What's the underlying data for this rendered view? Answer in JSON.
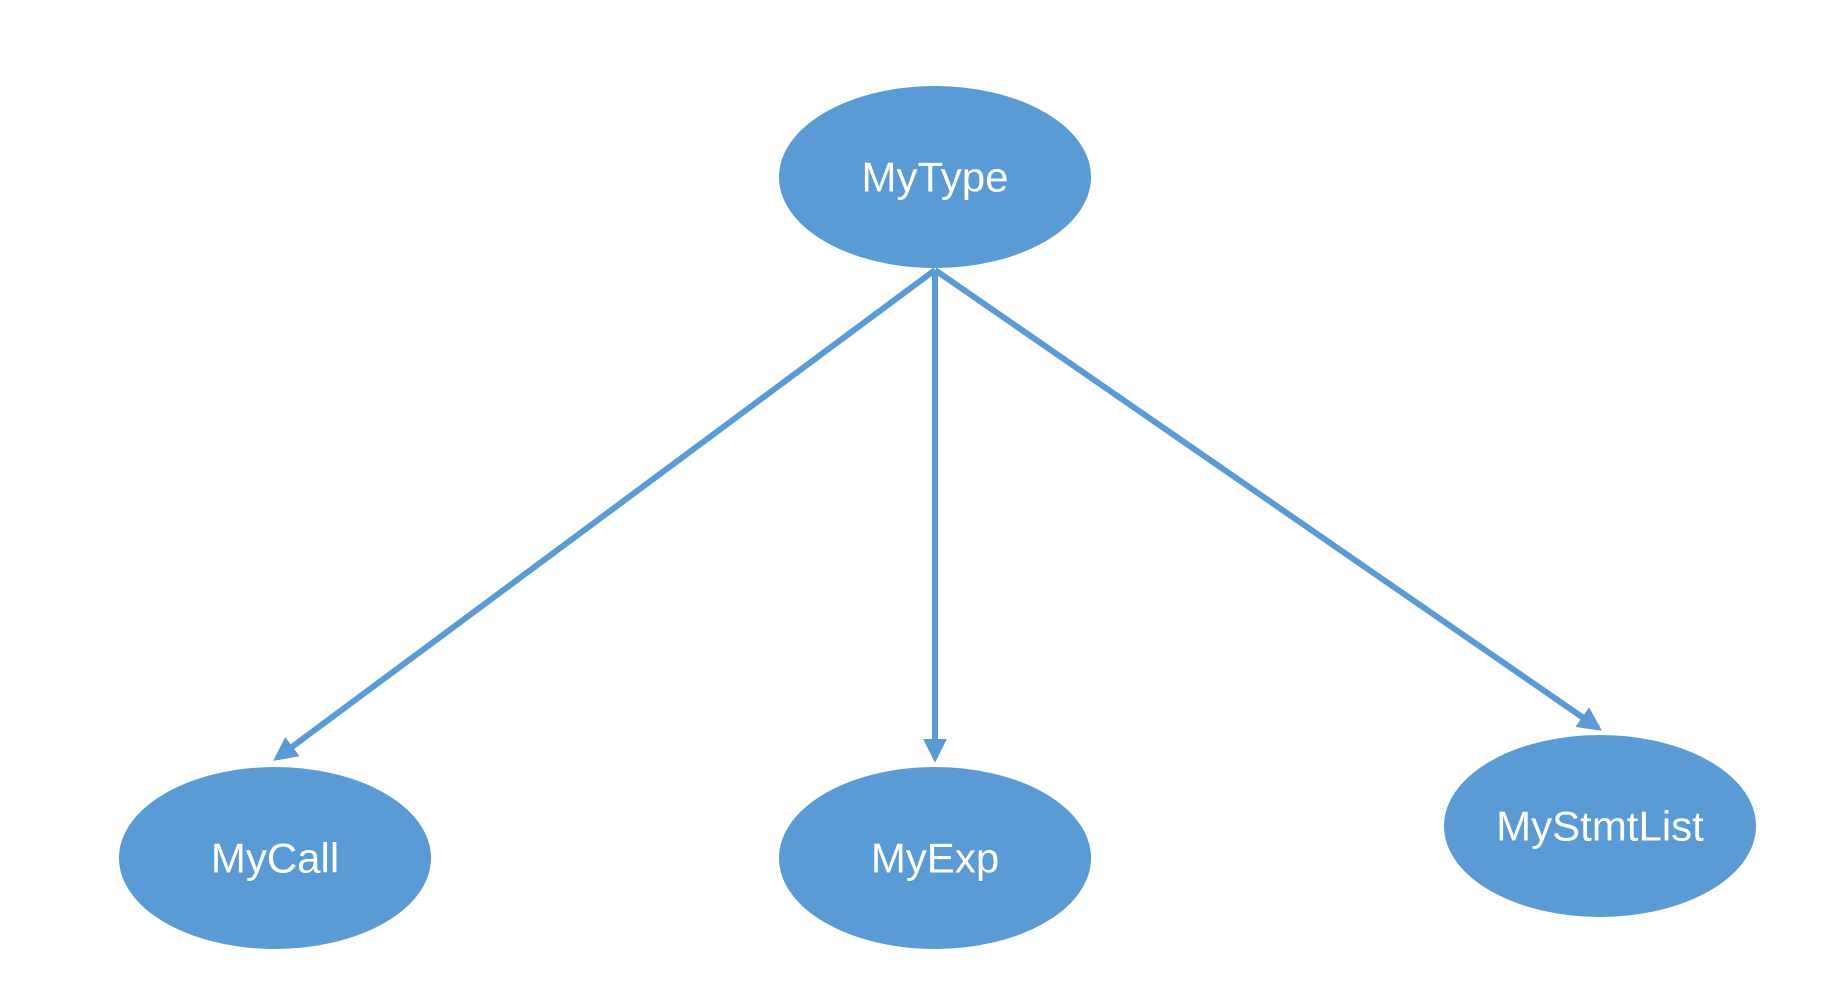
{
  "diagram": {
    "colors": {
      "node_fill": "#5b9bd5",
      "edge": "#5b9bd5",
      "label": "#ffffff"
    },
    "nodes": [
      {
        "id": "mytype",
        "label": "MyType"
      },
      {
        "id": "mycall",
        "label": "MyCall"
      },
      {
        "id": "myexp",
        "label": "MyExp"
      },
      {
        "id": "mystmtlist",
        "label": "MyStmtList"
      }
    ],
    "edges": [
      {
        "from": "mytype",
        "to": "mycall"
      },
      {
        "from": "mytype",
        "to": "myexp"
      },
      {
        "from": "mytype",
        "to": "mystmtlist"
      }
    ]
  }
}
